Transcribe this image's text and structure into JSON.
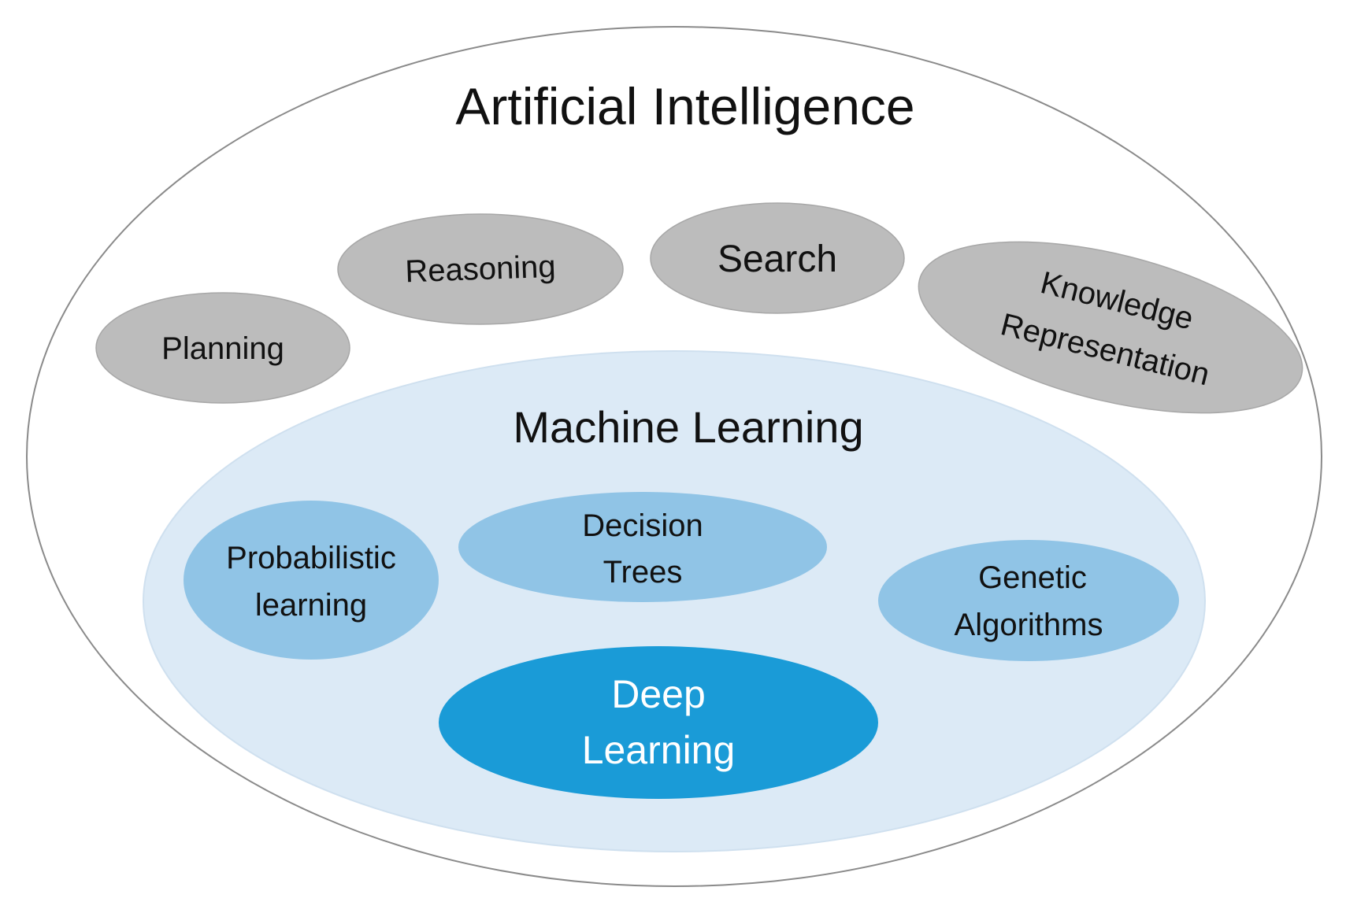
{
  "colors": {
    "background": "#ffffff",
    "outer_stroke": "#8a8a8a",
    "gray_node": "#bcbcbc",
    "gray_node_stroke": "#a7a7a7",
    "ml_fill": "#dceaf6",
    "ml_stroke": "#cfe0ef",
    "light_blue_node": "#90c4e6",
    "deep_blue_node": "#1a9bd7",
    "dark_text": "#111111",
    "light_text": "#ffffff"
  },
  "diagram": {
    "title": "Artificial Intelligence",
    "ai_topics": {
      "planning": "Planning",
      "reasoning": "Reasoning",
      "search": "Search",
      "knowledge_line1": "Knowledge",
      "knowledge_line2": "Representation"
    },
    "machine_learning": {
      "title": "Machine Learning",
      "probabilistic_line1": "Probabilistic",
      "probabilistic_line2": "learning",
      "decision_line1": "Decision",
      "decision_line2": "Trees",
      "genetic_line1": "Genetic",
      "genetic_line2": "Algorithms",
      "deep_line1": "Deep",
      "deep_line2": "Learning"
    }
  }
}
